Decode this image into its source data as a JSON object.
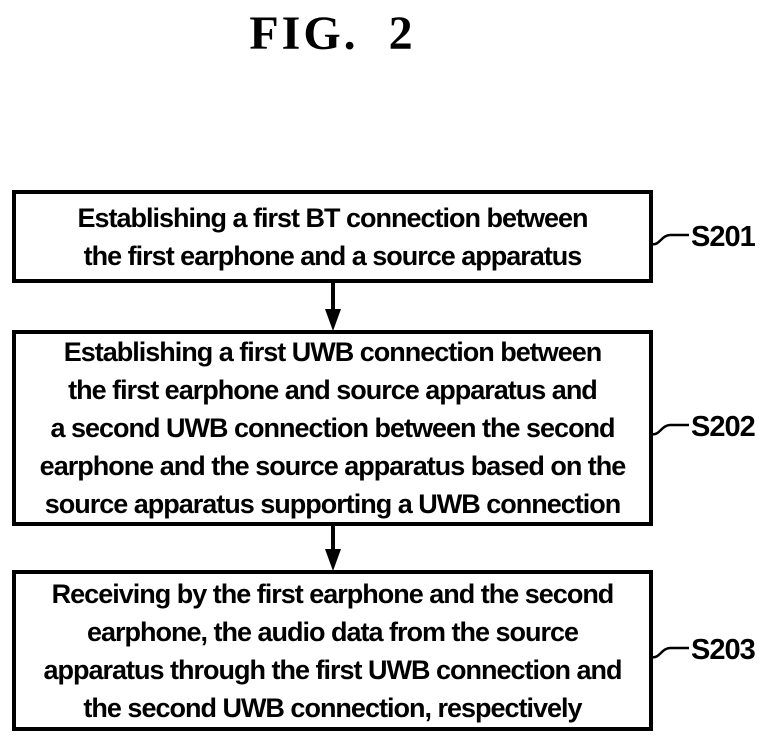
{
  "title": "FIG.  2",
  "colors": {
    "ink": "#000000",
    "background": "#ffffff"
  },
  "steps": [
    {
      "label": "S201",
      "lines": [
        "Establishing a first BT connection between",
        "the first earphone and a source apparatus"
      ]
    },
    {
      "label": "S202",
      "lines": [
        "Establishing a first UWB connection between",
        "the first earphone and source apparatus and",
        "a second UWB connection between the second",
        "earphone and the source apparatus based on the",
        "source apparatus supporting a UWB connection"
      ]
    },
    {
      "label": "S203",
      "lines": [
        "Receiving by the first earphone and the second",
        "earphone, the audio data from the source",
        "apparatus through the first UWB connection and",
        "the second UWB connection, respectively"
      ]
    }
  ]
}
